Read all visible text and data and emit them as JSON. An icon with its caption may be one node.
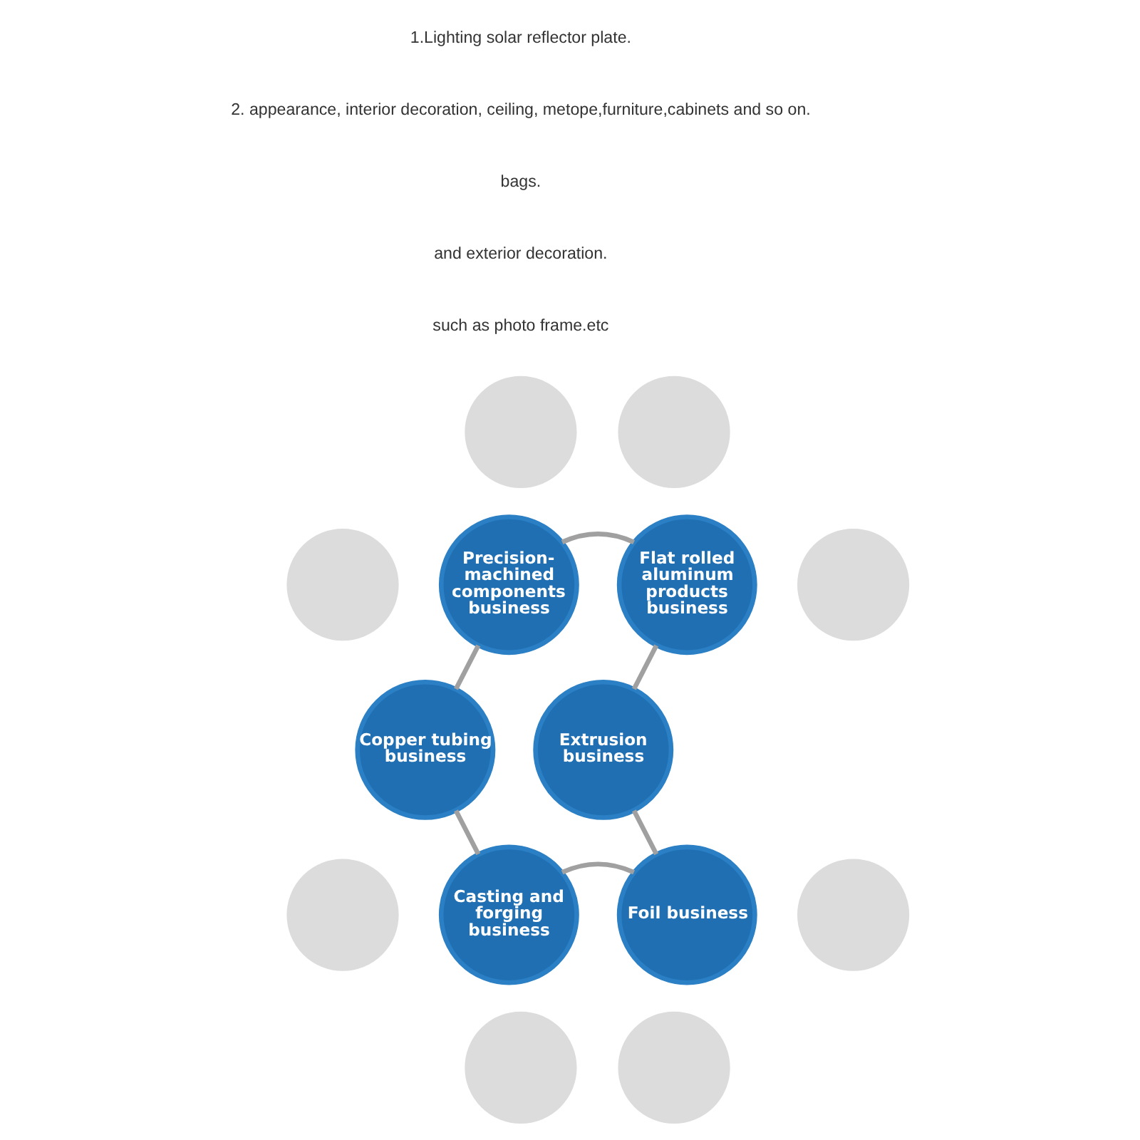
{
  "diagram": {
    "nodes": [
      {
        "text": [],
        "shape": "circle"
      },
      {
        "text": [],
        "shape": "circle"
      },
      {
        "text": [],
        "shape": "circle"
      },
      {
        "text": [
          "Precision- machined components business"
        ]
      },
      {
        "text": [
          "Flat rolled aluminum products business"
        ]
      },
      {
        "text": [],
        "shape": "circle"
      },
      {
        "text": [
          "Copper tubing business"
        ]
      },
      {
        "text": [
          "Extrusion business"
        ]
      },
      {
        "text": [],
        "shape": "circle"
      },
      {
        "text": [
          "Casting and forging business"
        ]
      },
      {
        "text": [
          "Foil business"
        ]
      },
      {
        "text": [],
        "shape": "circle"
      },
      {
        "text": [],
        "shape": "circle"
      },
      {
        "text": [],
        "shape": "circle"
      }
    ],
    "edges": [
      {
        "from": 3,
        "to": 4,
        "arrow": "none"
      },
      {
        "from": 4,
        "to": 7,
        "arrow": "none"
      },
      {
        "from": 7,
        "to": 10,
        "arrow": "none"
      },
      {
        "from": 10,
        "to": 9,
        "arrow": "none"
      },
      {
        "from": 9,
        "to": 6,
        "arrow": "none"
      },
      {
        "from": 6,
        "to": 3,
        "arrow": "none"
      }
    ],
    "labels": [
      "1.Lighting solar reflector plate.",
      "2. appearance, interior decoration, ceiling, metope,furniture,cabinets and so on.",
      "bags.",
      "and exterior decoration.",
      "such as photo frame.etc"
    ]
  }
}
